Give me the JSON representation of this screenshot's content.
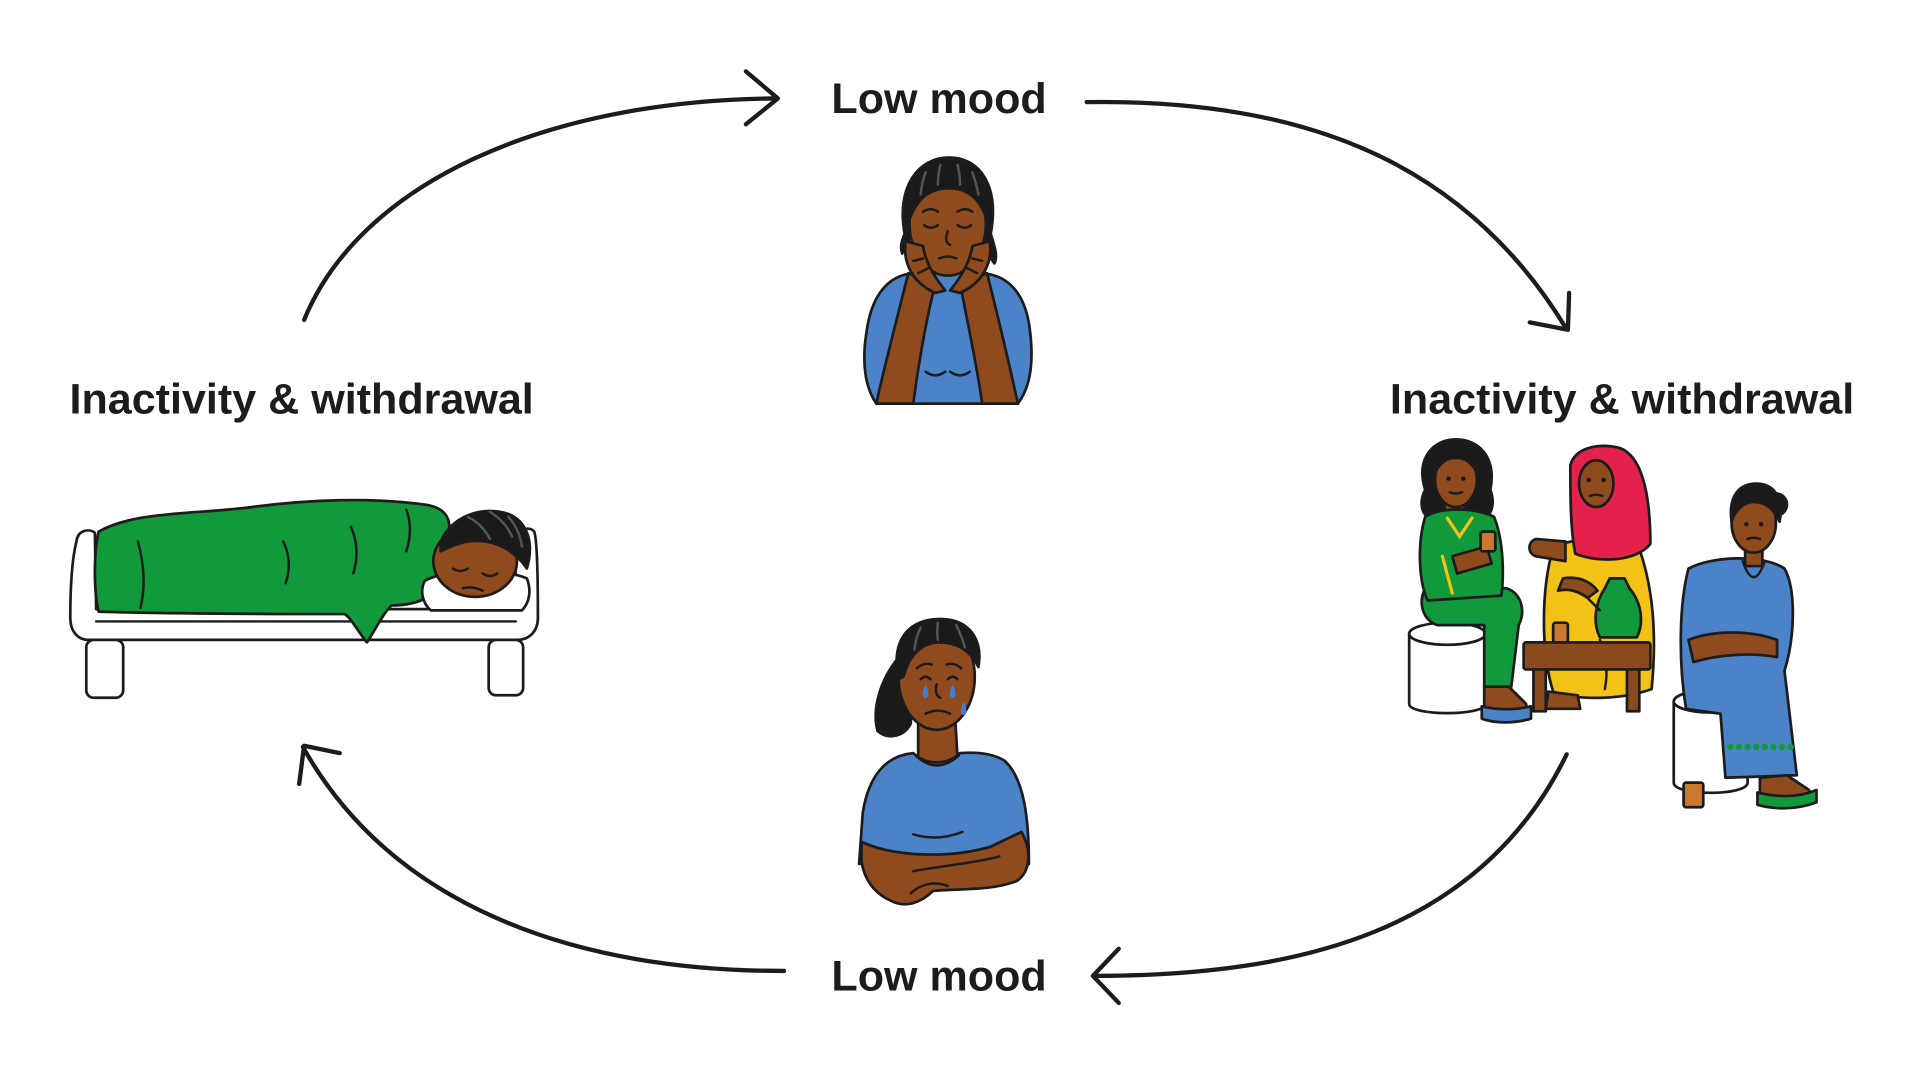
{
  "diagram": {
    "top_node": {
      "label": "Low mood",
      "illustration": "woman-head-in-hands-illustration"
    },
    "right_node": {
      "label": "Inactivity & withdrawal",
      "illustration": "women-coffee-gathering-illustration"
    },
    "bottom_node": {
      "label": "Low mood",
      "illustration": "woman-crying-illustration"
    },
    "left_node": {
      "label": "Inactivity & withdrawal",
      "illustration": "person-sleeping-in-bed-illustration"
    }
  },
  "colors": {
    "outline": "#1c1c1c",
    "text": "#1c1c1c",
    "skin": "#8f4a1d",
    "hair": "#1a1a1a",
    "shirt_blue": "#4b82c8",
    "blanket_green": "#12993b",
    "scarf_red": "#e3214b",
    "dress_yellow": "#f2c316",
    "table_brown": "#8b4a1e",
    "cup_orange": "#c9782c",
    "tear_blue": "#3f7fd6"
  }
}
